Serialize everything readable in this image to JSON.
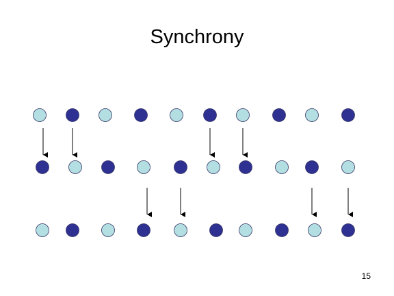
{
  "slide": {
    "title": "Synchrony",
    "page_number": "15"
  },
  "colors": {
    "light": "#b3dfe2",
    "dark": "#2e3192",
    "stroke": "#333366",
    "arrow": "#000000"
  },
  "rows": [
    {
      "name": "row-1",
      "circles": [
        "light",
        "dark",
        "light",
        "dark",
        "light",
        "dark",
        "light",
        "dark",
        "light",
        "dark"
      ]
    },
    {
      "name": "row-2",
      "circles": [
        "dark",
        "light",
        "dark",
        "light",
        "dark",
        "light",
        "dark",
        "light",
        "dark",
        "light"
      ]
    },
    {
      "name": "row-3",
      "circles": [
        "light",
        "dark",
        "light",
        "dark",
        "light",
        "dark",
        "light",
        "dark",
        "light",
        "dark"
      ]
    }
  ],
  "arrows": [
    {
      "between": "row-1-to-row-2",
      "columns": [
        0,
        1,
        5,
        6
      ]
    },
    {
      "between": "row-2-to-row-3",
      "columns": [
        3,
        4,
        8,
        9
      ]
    }
  ]
}
